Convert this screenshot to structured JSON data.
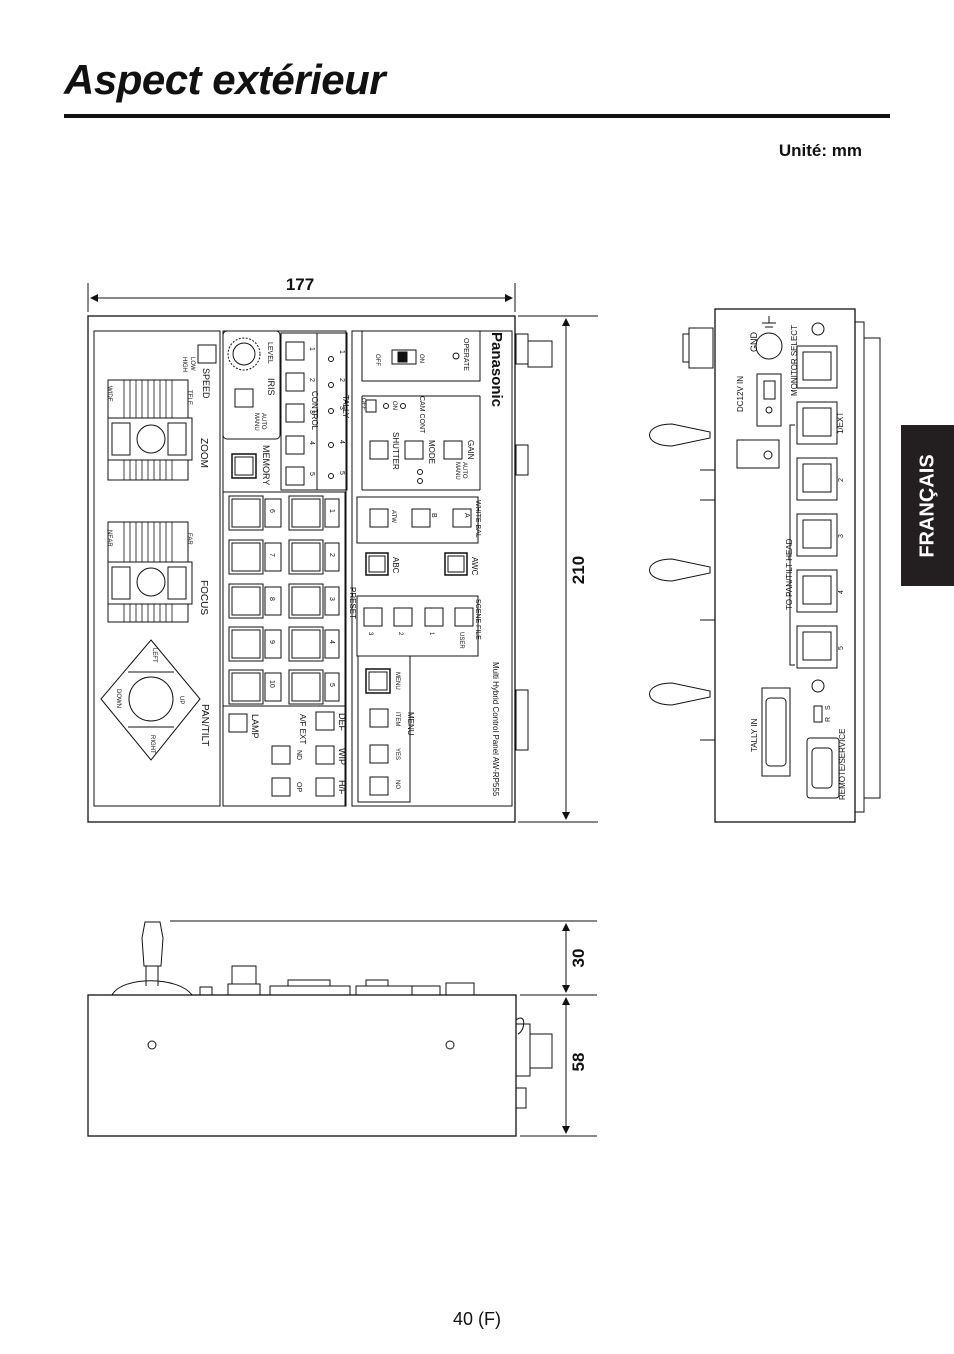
{
  "page": {
    "title": "Aspect extérieur",
    "unit": "Unité: mm",
    "language_tab": "FRANÇAIS",
    "page_number": "40 (F)"
  },
  "dimensions": {
    "width": "177",
    "depth": "210",
    "joystick_height": "30",
    "body_height": "58"
  },
  "front_panel": {
    "brand": "Panasonic",
    "model": "Multi Hybrid Control Panel AW-RP555",
    "operate": "OPERATE",
    "on": "ON",
    "off": "OFF",
    "cam_cont": "CAM CONT",
    "tally": "TALLY",
    "control": "CONTROL",
    "level": "LEVEL",
    "iris": "IRIS",
    "auto": "AUTO",
    "manu": "MANU",
    "speed": "SPEED",
    "low": "LOW",
    "high": "HIGH",
    "tele": "TELE",
    "wide": "WIDE",
    "zoom": "ZOOM",
    "far": "FAR",
    "near": "NEAR",
    "focus": "FOCUS",
    "memory": "MEMORY",
    "gain": "GAIN",
    "mode": "MODE",
    "shutter": "SHUTTER",
    "white_bal": "WHITE BAL",
    "wb_a": "A",
    "wb_b": "B",
    "atw": "ATW",
    "awc": "AWC",
    "abc": "ABC",
    "preset": "PRESET",
    "scene_file": "SCENE FILE",
    "user": "USER",
    "menu": "MENU",
    "item": "ITEM",
    "yes": "YES",
    "no": "NO",
    "def": "DEF",
    "wip": "WIP",
    "hf": "H/F",
    "afext": "A/F EXT",
    "nd": "ND",
    "op": "OP",
    "lamp": "LAMP",
    "pan_tilt": "PAN/TILT",
    "up": "UP",
    "down": "DOWN",
    "left": "LEFT",
    "right": "RIGHT",
    "control_numbers": [
      "1",
      "2",
      "3",
      "4",
      "5"
    ],
    "preset_numbers": [
      "1",
      "2",
      "3",
      "4",
      "5",
      "6",
      "7",
      "8",
      "9",
      "10"
    ],
    "scene_numbers": [
      "1",
      "2",
      "3"
    ]
  },
  "rear_panel": {
    "gnd": "GND",
    "dc_in": "DC12V IN",
    "monitor_select": "MONITOR SELECT",
    "to_pan_tilt_head": "TO PAN/TILT HEAD",
    "port_labels": [
      "1/EXT",
      "2",
      "3",
      "4",
      "5"
    ],
    "tally_in": "TALLY IN",
    "remote_service": "REMOTE/SERVICE",
    "switch_r": "R",
    "switch_s": "S"
  }
}
